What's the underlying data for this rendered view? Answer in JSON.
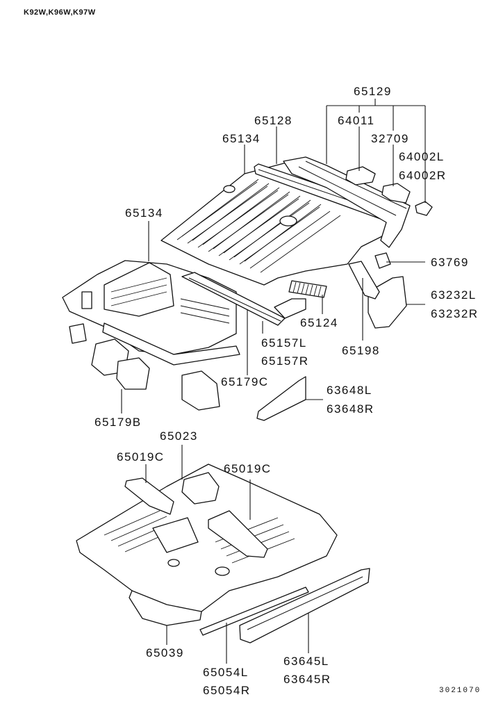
{
  "header": {
    "models": "K92W,K96W,K97W"
  },
  "reference_code": "3021070",
  "labels": {
    "p65129": "65129",
    "p65128": "65128",
    "p64011": "64011",
    "p32709": "32709",
    "p65134_top": "65134",
    "p64002L": "64002L",
    "p64002R": "64002R",
    "p65134_left": "65134",
    "p63769": "63769",
    "p63232L": "63232L",
    "p63232R": "63232R",
    "p65124": "65124",
    "p65157L": "65157L",
    "p65157R": "65157R",
    "p65198": "65198",
    "p65179C": "65179C",
    "p63648L": "63648L",
    "p63648R": "63648R",
    "p65179B": "65179B",
    "p65023": "65023",
    "p65019C_left": "65019C",
    "p65019C_right": "65019C",
    "p65039": "65039",
    "p65054L": "65054L",
    "p65054R": "65054R",
    "p63645L": "63645L",
    "p63645R": "63645R"
  }
}
